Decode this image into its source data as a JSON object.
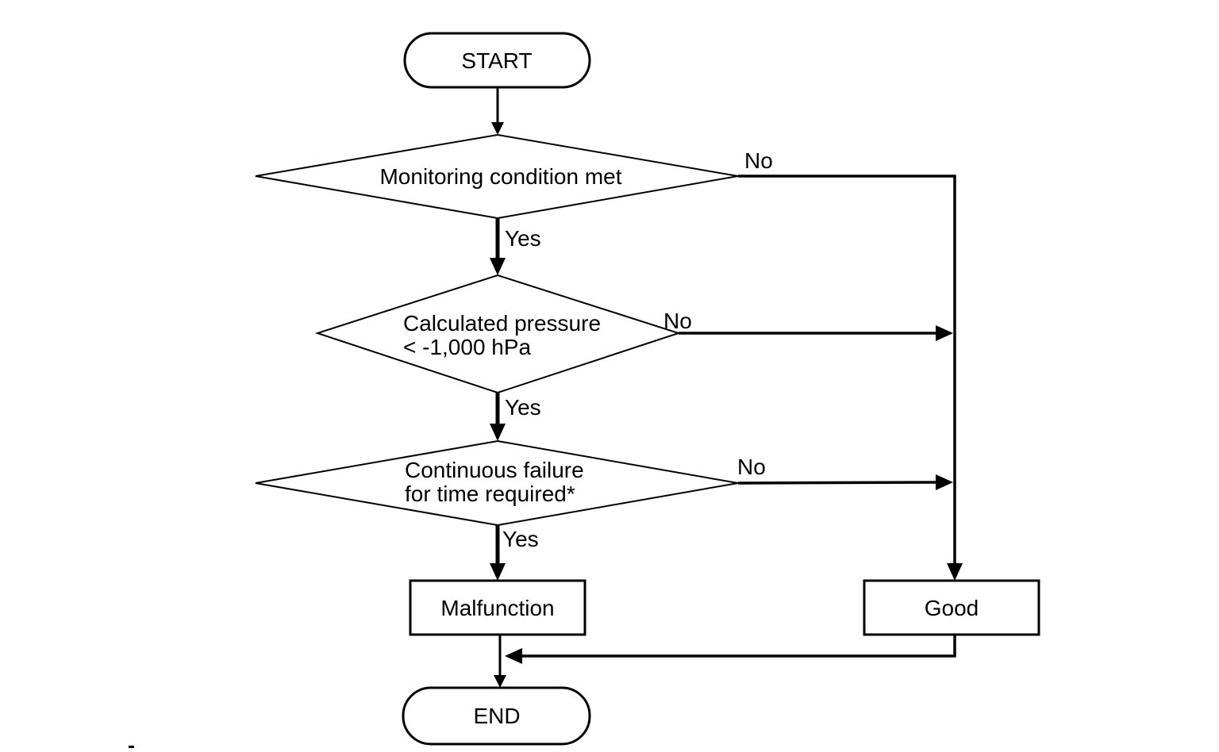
{
  "diagram": {
    "background_color": "#ffffff",
    "stroke_color": "#000000",
    "nodes": {
      "start": {
        "type": "terminator",
        "label": "START"
      },
      "monitoring": {
        "type": "decision",
        "label": "Monitoring condition met"
      },
      "pressure": {
        "type": "decision",
        "line1": "Calculated pressure",
        "line2": "< -1,000 hPa"
      },
      "continuous": {
        "type": "decision",
        "line1": "Continuous failure",
        "line2": "for time required*"
      },
      "malfunction": {
        "type": "process",
        "label": "Malfunction"
      },
      "good": {
        "type": "process",
        "label": "Good"
      },
      "end": {
        "type": "terminator",
        "label": "END"
      }
    },
    "edges": {
      "monitoring_yes": "Yes",
      "monitoring_no": "No",
      "pressure_yes": "Yes",
      "pressure_no": "No",
      "continuous_yes": "Yes",
      "continuous_no": "No"
    }
  }
}
